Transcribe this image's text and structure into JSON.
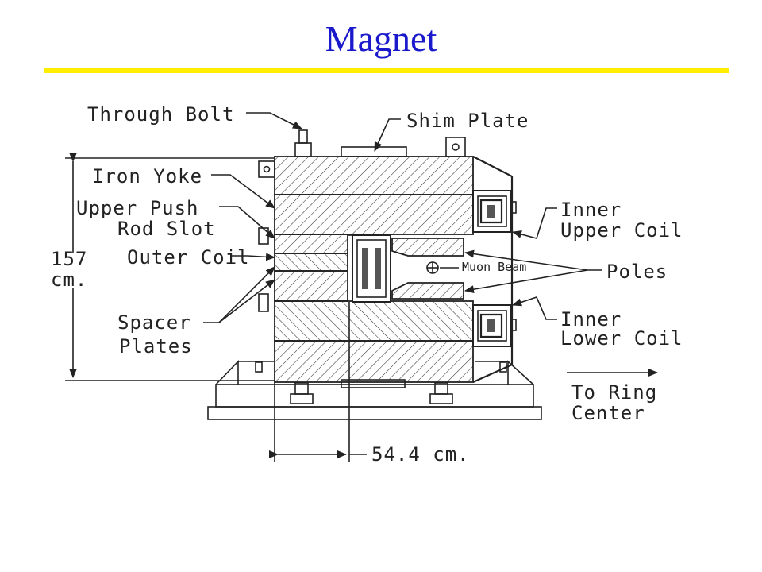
{
  "slide": {
    "title": "Magnet",
    "title_color": "#1a1acc",
    "rule_color": "#ffee00"
  },
  "diagram": {
    "labels": {
      "through_bolt": "Through Bolt",
      "shim_plate": "Shim Plate",
      "iron_yoke": "Iron Yoke",
      "upper_push_1": "Upper Push",
      "upper_push_2": "Rod Slot",
      "outer_coil": "Outer Coil",
      "spacer_1": "Spacer",
      "spacer_2": "Plates",
      "height_value": "157",
      "height_unit": "cm.",
      "muon_beam": "Muon Beam",
      "poles": "Poles",
      "inner_upper_1": "Inner",
      "inner_upper_2": "Upper Coil",
      "inner_lower_1": "Inner",
      "inner_lower_2": "Lower Coil",
      "to_ring_1": "To Ring",
      "to_ring_2": "Center",
      "width_dim": "54.4 cm."
    }
  }
}
